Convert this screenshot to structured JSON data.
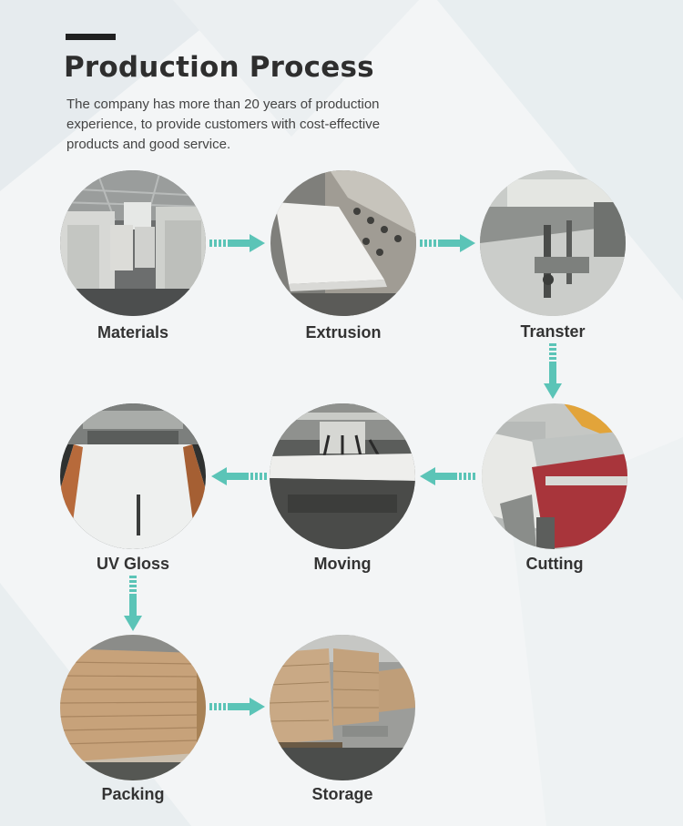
{
  "header": {
    "title": "Production Process",
    "intro_lines": [
      "The company has more than 20 years of production",
      "experience, to provide customers with cost-effective",
      "products and good service."
    ]
  },
  "colors": {
    "accent": "#202020",
    "arrow": "#5bc4b7",
    "background": "#f3f5f6",
    "title": "#2e2e2e"
  },
  "steps": [
    {
      "label": "Materials",
      "photo": "warehouse-bulk-bags"
    },
    {
      "label": "Extrusion",
      "photo": "extrusion-machine"
    },
    {
      "label": "Transter",
      "photo": "transfer-conveyor"
    },
    {
      "label": "Cutting",
      "photo": "cutting-machine"
    },
    {
      "label": "Moving",
      "photo": "vacuum-lifter"
    },
    {
      "label": "UV Gloss",
      "photo": "uv-gloss-line"
    },
    {
      "label": "Packing",
      "photo": "packed-board-stacks"
    },
    {
      "label": "Storage",
      "photo": "stored-pallets"
    }
  ],
  "arrows": [
    {
      "name": "materials-to-extrusion",
      "direction": "right"
    },
    {
      "name": "extrusion-to-transter",
      "direction": "right"
    },
    {
      "name": "transter-to-cutting",
      "direction": "down"
    },
    {
      "name": "cutting-to-moving",
      "direction": "left"
    },
    {
      "name": "moving-to-uv-gloss",
      "direction": "left"
    },
    {
      "name": "uv-gloss-to-packing",
      "direction": "down"
    },
    {
      "name": "packing-to-storage",
      "direction": "right"
    }
  ]
}
